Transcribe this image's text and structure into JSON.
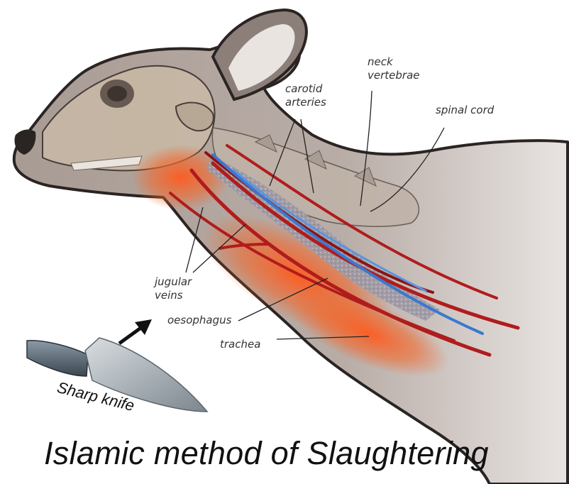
{
  "title": "Islamic method of Slaughtering",
  "labels": {
    "neck_vertebrae": [
      "neck",
      "vertebrae"
    ],
    "carotid_arteries": [
      "carotid",
      "arteries"
    ],
    "spinal_cord": "spinal cord",
    "jugular_veins": [
      "jugular",
      "veins"
    ],
    "oesophagus": "oesophagus",
    "trachea": "trachea",
    "knife": "Sharp knife"
  },
  "colors": {
    "artery": "#b01c1c",
    "vein": "#3a78d0",
    "glow": "#f05a28",
    "skin": "#b8aca6",
    "bone": "#c9b9a6",
    "outline": "#2a2422"
  },
  "icons": {
    "knife": "knife-icon",
    "pointer": "arrow-icon"
  }
}
